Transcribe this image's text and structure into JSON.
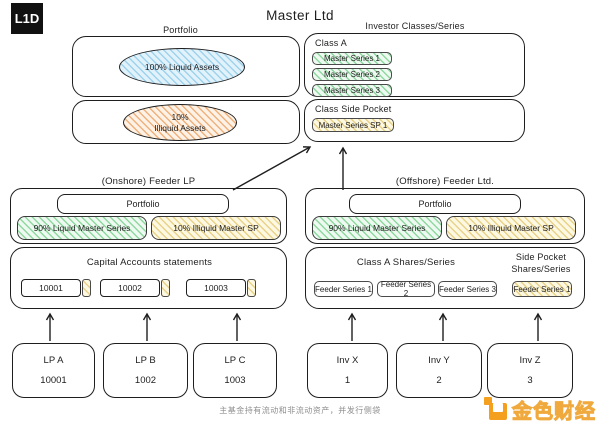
{
  "logo": {
    "text": "L1D"
  },
  "title": "Master Ltd",
  "master": {
    "portfolio_label": "Portfolio",
    "investor_classes_label": "Investor Classes/Series",
    "liquid_ellipse": "100% Liquid Assets",
    "illiquid_ellipse_line1": "10%",
    "illiquid_ellipse_line2": "Illiquid Assets",
    "class_a_label": "Class A",
    "class_a_series": [
      "Master Series 1",
      "Master Series 2",
      "Master Series 3"
    ],
    "side_pocket_label": "Class Side Pocket",
    "side_pocket_series": [
      "Master Series SP 1"
    ]
  },
  "onshore_feeder": {
    "label": "(Onshore) Feeder LP",
    "portfolio_label": "Portfolio",
    "liquid_box": "90% Liquid Master Series",
    "illiquid_box": "10% Illiquid Master SP"
  },
  "capital_accounts": {
    "label": "Capital Accounts statements",
    "accounts": [
      "10001",
      "10002",
      "10003"
    ]
  },
  "offshore_feeder": {
    "label": "(Offshore) Feeder Ltd.",
    "portfolio_label": "Portfolio",
    "liquid_box": "90% Liquid Master Series",
    "illiquid_box": "10% Illiquid Master SP"
  },
  "share_classes": {
    "class_a_label": "Class A Shares/Series",
    "side_pocket_label": "Side Pocket Shares/Series",
    "class_a_series": [
      "Feeder Series 1",
      "Feeder Series 2",
      "Feeder Series 3"
    ],
    "side_pocket_series": [
      "Feeder Series 1"
    ]
  },
  "investors_left": [
    {
      "name": "LP A",
      "number": "10001"
    },
    {
      "name": "LP B",
      "number": "1002"
    },
    {
      "name": "LP C",
      "number": "1003"
    }
  ],
  "investors_right": [
    {
      "name": "Inv X",
      "number": "1"
    },
    {
      "name": "Inv Y",
      "number": "2"
    },
    {
      "name": "Inv Z",
      "number": "3"
    }
  ],
  "footer": {
    "caption": "主基金持有流动和非流动资产，并发行侧袋",
    "watermark": "金色财经"
  },
  "colors": {
    "logo_bg": "#111111",
    "line": "#1e1e1e",
    "blue_hatch": "#9fd2ec",
    "green_hatch": "#8fd9a0",
    "yellow_hatch": "#e9d289",
    "orange_hatch": "#efb17e",
    "watermark_orange": "#f59f1e"
  }
}
